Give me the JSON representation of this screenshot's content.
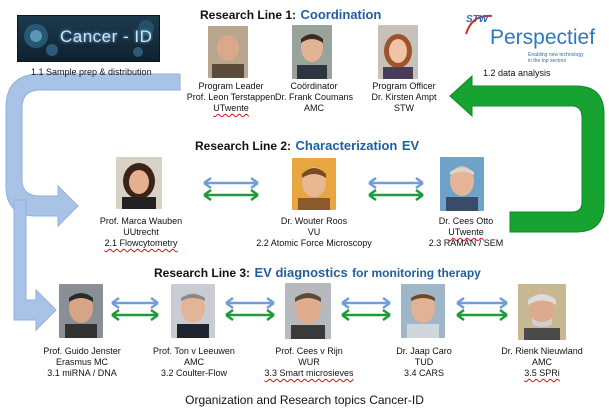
{
  "headings": {
    "rl1": {
      "prefix": "Research Line 1:",
      "topic": "Coordination"
    },
    "rl2": {
      "prefix": "Research Line 2:",
      "topic": "Characterization",
      "suffix": "EV"
    },
    "rl3": {
      "prefix": "Research Line 3:",
      "topic": "EV diagnostics",
      "suffix": "for monitoring therapy"
    }
  },
  "logos": {
    "cancer_id": "Cancer - ID",
    "cancer_caption": "1.1 Sample prep & distribution",
    "stw": "STW",
    "perspectief": "Perspectief",
    "perspectief_tagline": [
      "Enabling new technology",
      "in the top sectors"
    ],
    "perspectief_caption": "1.2 data analysis"
  },
  "people": {
    "terstappen": {
      "lines": [
        "Program Leader",
        "Prof. Leon Terstappen",
        "UTwente"
      ]
    },
    "coumans": {
      "lines": [
        "Coördinator",
        "Dr. Frank Coumans",
        "AMC"
      ]
    },
    "ampt": {
      "lines": [
        "Program Officer",
        "Dr. Kirsten Ampt",
        "STW"
      ]
    },
    "wauben": {
      "lines": [
        "Prof. Marca Wauben",
        "UUtrecht",
        "2.1 Flowcytometry"
      ]
    },
    "roos": {
      "lines": [
        "Dr. Wouter Roos",
        "VU",
        "2.2 Atomic Force Microscopy"
      ]
    },
    "otto": {
      "lines": [
        "Dr. Cees Otto",
        "UTwente",
        "2.3 RAMAN / SEM"
      ]
    },
    "jenster": {
      "lines": [
        "Prof. Guido Jenster",
        "Erasmus MC",
        "3.1 miRNA / DNA"
      ]
    },
    "leeuwen": {
      "lines": [
        "Prof. Ton v Leeuwen",
        "AMC",
        "3.2 Coulter-Flow"
      ]
    },
    "rijn": {
      "lines": [
        "Prof. Cees v Rijn",
        "WUR",
        "3.3 Smart microsieves"
      ]
    },
    "caro": {
      "lines": [
        "Dr. Jaap Caro",
        "TUD",
        "3.4 CARS"
      ]
    },
    "nieuwland": {
      "lines": [
        "Dr. Rienk Nieuwland",
        "AMC",
        "3.5 SPRi"
      ]
    }
  },
  "caption": "Organization and Research topics Cancer-ID",
  "colors": {
    "blue_flow": "#a9c3e6",
    "green_flow": "#16a331",
    "blue_arrow": "#6f9fd6",
    "green_arrow": "#1f9b3a",
    "topic_blue": "#1f5f9e"
  }
}
